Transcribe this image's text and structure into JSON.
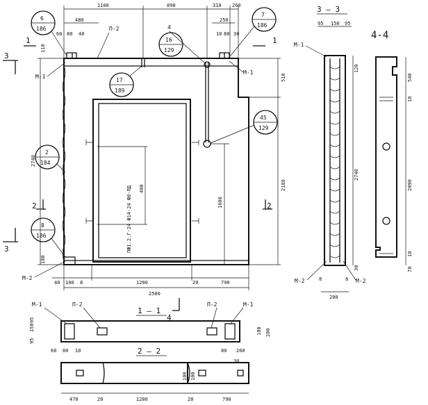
{
  "sections": {
    "s11": "1 — 1",
    "s22": "2 — 2",
    "s33": "3 — 3",
    "s44": "4-4"
  },
  "cut_marks": {
    "one": "1",
    "two": "2",
    "three": "3",
    "four": "4"
  },
  "items": {
    "m1": "М-1",
    "m2": "М-2",
    "p2": "П-2"
  },
  "callouts": [
    {
      "num": "6",
      "ref": "186"
    },
    {
      "num": "7",
      "ref": "186"
    },
    {
      "num": "16",
      "ref": "129"
    },
    {
      "num": "17",
      "ref": "189"
    },
    {
      "num": "45",
      "ref": "129"
    },
    {
      "num": "2",
      "ref": "184"
    },
    {
      "num": "8",
      "ref": "186"
    }
  ],
  "callout_tag": "4",
  "dims": {
    "top_1100": "1100",
    "top_890": "890",
    "top_310": "310",
    "top_260": "260",
    "top_480": "480",
    "top_60": "60",
    "top_80a": "80",
    "top_40": "40",
    "top_250": "250",
    "top_10a": "10",
    "top_80b": "80",
    "top_30": "30",
    "left_2740": "2740",
    "left_110": "110",
    "left_180": "180",
    "right_510": "510",
    "right_2180": "2180",
    "inner_1600": "1600",
    "inner_400": "400",
    "frame_text": "ПФ1.2.Г-24 Ф14-24 Ф8-ПД",
    "bot_40": "40",
    "bot_100": "100",
    "bot_8": "8",
    "bot_1200": "1200",
    "bot_20": "20",
    "bot_790": "790",
    "bot_2500": "2500",
    "s33_95a": "95",
    "s33_150": "150",
    "s33_95b": "95",
    "s33_120": "120",
    "s33_2740": "2740",
    "s33_30": "30",
    "s33_8a": "8",
    "s33_8b": "8",
    "s33_200": "200",
    "s44_540": "540",
    "s44_10a": "10",
    "s44_2090": "2090",
    "s44_10b": "10",
    "s44_70": "70",
    "s11_95a": "95",
    "s11_150": "150",
    "s11_95b": "95",
    "s11_180": "180",
    "s11_200": "200",
    "s11_60": "60",
    "s11_80": "80",
    "s11_10": "10",
    "s11_80b": "80",
    "s11_260": "260",
    "s11_30": "30",
    "s22_470": "470",
    "s22_20a": "20",
    "s22_1200": "1200",
    "s22_20b": "20",
    "s22_790": "790",
    "s22_100": "100",
    "s22_100b": "100"
  }
}
